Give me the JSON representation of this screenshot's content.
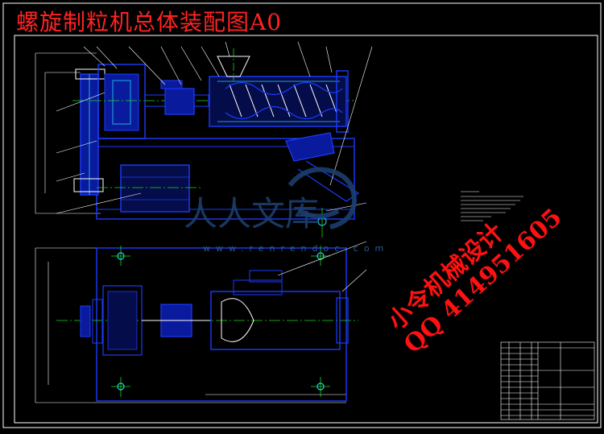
{
  "title": "螺旋制粒机总体装配图A0",
  "watermark": {
    "cn": "小令机械设计",
    "qq": "QQ 414951605"
  },
  "logo": {
    "text": "人人文库",
    "url": "www.renrendoc.com"
  },
  "colors": {
    "background": "#000000",
    "frame": "#ffffff",
    "part": "#1a3cff",
    "part_fill": "#0a1a9c",
    "centerline": "#1bd91b",
    "cyan": "#22d3ee",
    "magenta": "#ff2bd6",
    "title_red": "#ff2222"
  }
}
